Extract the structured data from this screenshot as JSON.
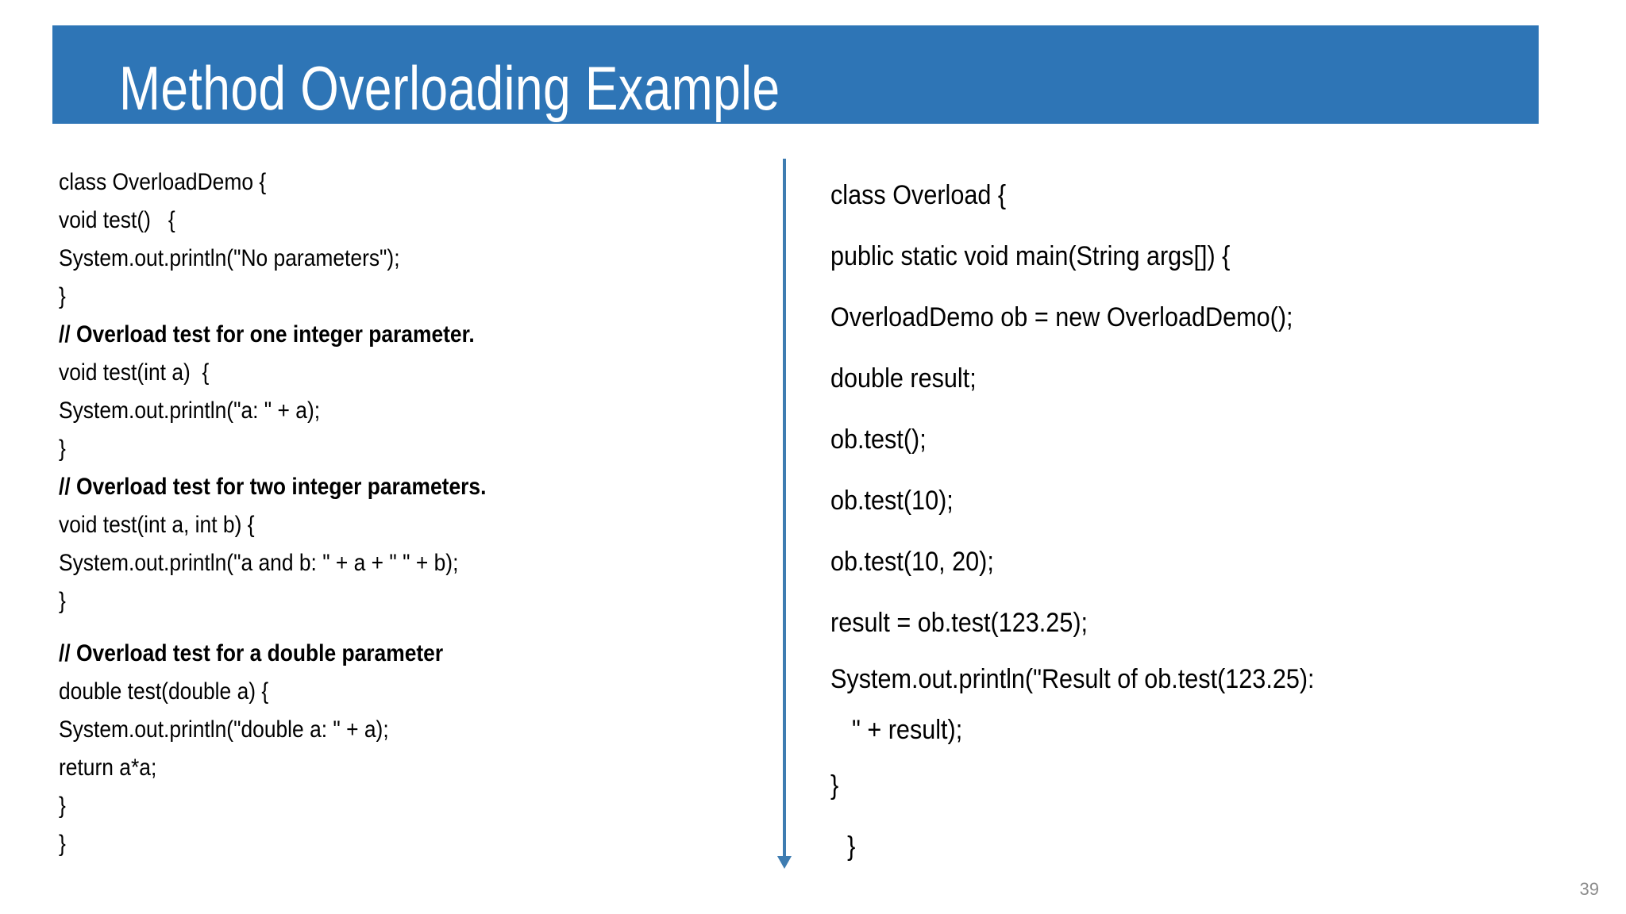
{
  "slide": {
    "title": "Method Overloading Example",
    "slide_number": "39",
    "accent_color": "#2E75B6",
    "divider_color": "#3E7CB1",
    "title_text_color": "#FFFFFF",
    "body_text_color": "#000000",
    "slide_number_color": "#8C8C8C"
  },
  "left_column": {
    "lines": [
      {
        "text": "class OverloadDemo {",
        "bold": false
      },
      {
        "text": "void test()   {",
        "bold": false
      },
      {
        "text": "System.out.println(\"No parameters\");",
        "bold": false
      },
      {
        "text": "}",
        "bold": false
      },
      {
        "text": "// Overload test for one integer parameter.",
        "bold": true
      },
      {
        "text": "void test(int a)  {",
        "bold": false
      },
      {
        "text": "System.out.println(\"a: \" + a);",
        "bold": false
      },
      {
        "text": "}",
        "bold": false
      },
      {
        "text": "// Overload test for two integer parameters.",
        "bold": true
      },
      {
        "text": "void test(int a, int b) {",
        "bold": false
      },
      {
        "text": "System.out.println(\"a and b: \" + a + \" \" + b);",
        "bold": false
      },
      {
        "text": "}",
        "bold": false
      },
      {
        "text": "// Overload test for a double parameter",
        "bold": true
      },
      {
        "text": "double test(double a) {",
        "bold": false
      },
      {
        "text": "System.out.println(\"double a: \" + a);",
        "bold": false
      },
      {
        "text": "return a*a;",
        "bold": false
      },
      {
        "text": "}",
        "bold": false
      },
      {
        "text": "}",
        "bold": false
      }
    ]
  },
  "right_column": {
    "lines": [
      {
        "text": "class Overload {",
        "continuation": false
      },
      {
        "text": "public static void main(String args[]) {",
        "continuation": false
      },
      {
        "text": "OverloadDemo ob = new OverloadDemo();",
        "continuation": false
      },
      {
        "text": "double result;",
        "continuation": false
      },
      {
        "text": "ob.test();",
        "continuation": false
      },
      {
        "text": "ob.test(10);",
        "continuation": false
      },
      {
        "text": "ob.test(10, 20);",
        "continuation": false
      },
      {
        "text": "result = ob.test(123.25);",
        "continuation": false
      },
      {
        "text": "System.out.println(\"Result of ob.test(123.25): ",
        "continuation": false
      },
      {
        "text": "\" + result);",
        "continuation": true
      },
      {
        "text": "}",
        "continuation": false
      },
      {
        "text": " }",
        "continuation": false
      }
    ]
  }
}
